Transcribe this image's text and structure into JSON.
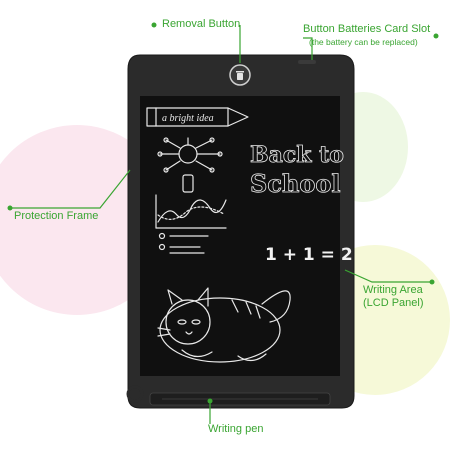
{
  "annotations": {
    "removal_button": "Removal Button",
    "battery_slot_title": "Button Batteries Card Slot",
    "battery_slot_sub": "(the battery can be replaced)",
    "protection_frame": "Protection Frame",
    "writing_area_line1": "Writing Area",
    "writing_area_line2": "(LCD Panel)",
    "writing_pen": "Writing pen"
  },
  "screen": {
    "pencil_text": "a bright idea",
    "back_text": "Back to",
    "school_text": "School",
    "math_text": "1 + 1 = 2"
  },
  "colors": {
    "accent_green": "#3aa532",
    "tablet_body": "#2b2b2b",
    "screen": "#101010",
    "sketch": "#e8e8e8"
  }
}
